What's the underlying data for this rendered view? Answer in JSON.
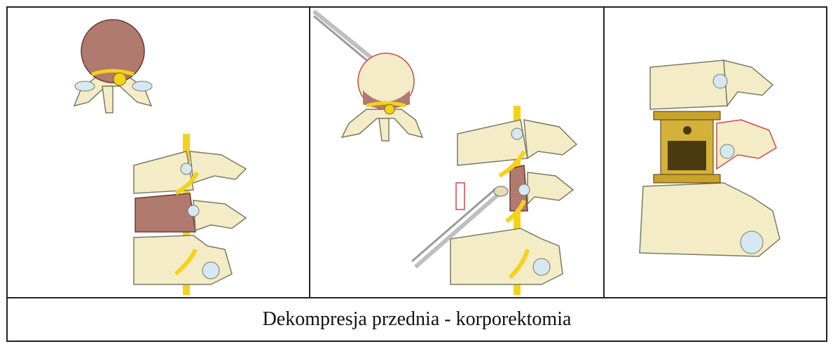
{
  "caption": "Dekompresja przednia - korporektomia",
  "colors": {
    "bone": "#f3ecc6",
    "bone_outline": "#7a7a66",
    "tumor": "#b07a6f",
    "nerve": "#f5d21a",
    "disc": "#d6e8f2",
    "implant": "#c9a32a",
    "implant_dark": "#4a3a10",
    "instrument": "#bfbfbf",
    "border": "#222222"
  },
  "panels": [
    {
      "label": "tumor-affected vertebral body"
    },
    {
      "label": "removal of vertebral body"
    },
    {
      "label": "expandable cage implant"
    }
  ]
}
